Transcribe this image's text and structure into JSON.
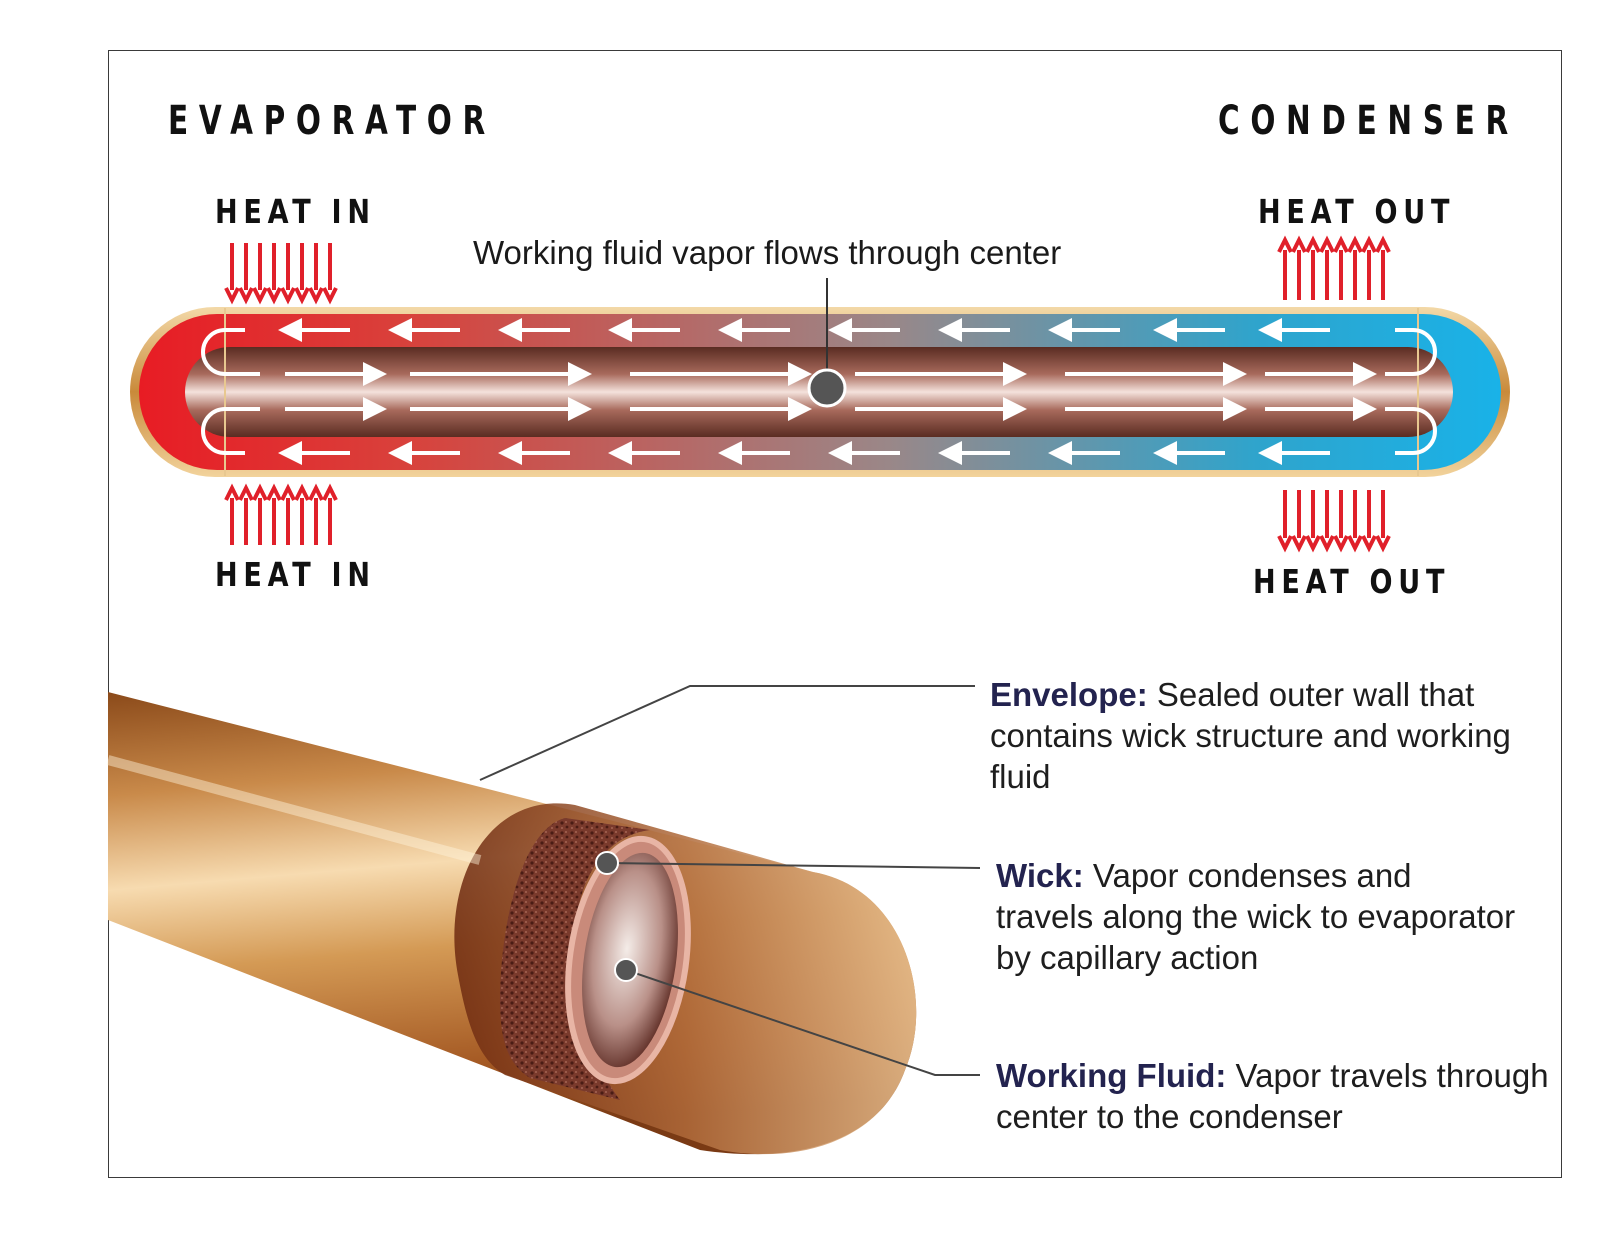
{
  "evaporator": {
    "title": "EVAPORATOR",
    "heat_top": "HEAT  IN",
    "heat_bottom": "HEAT  IN"
  },
  "condenser": {
    "title": "CONDENSER",
    "heat_top": "HEAT  OUT",
    "heat_bottom": "HEAT  OUT"
  },
  "vapor_caption": "Working fluid vapor flows through center",
  "callouts": {
    "envelope": {
      "term": "Envelope:",
      "text": " Sealed outer wall that contains wick structure and working fluid"
    },
    "wick": {
      "term": "Wick:",
      "text": " Vapor condenses and travels along the wick to evaporator by capillary action"
    },
    "fluid": {
      "term": "Working Fluid:",
      "text": " Vapor travels through center to the condenser"
    }
  },
  "colors": {
    "hot": "#e8232c",
    "cold": "#1aa6dc",
    "copper": "#b06a2a",
    "vapor_core": "#8a4a3a",
    "heat_arrow": "#e0202a",
    "callout_term": "#23234f"
  },
  "icons": {
    "heat_in_arrows": "arrow-down-group",
    "heat_out_arrows": "arrow-up-group",
    "flow_arrows": "arrow-left-right"
  }
}
